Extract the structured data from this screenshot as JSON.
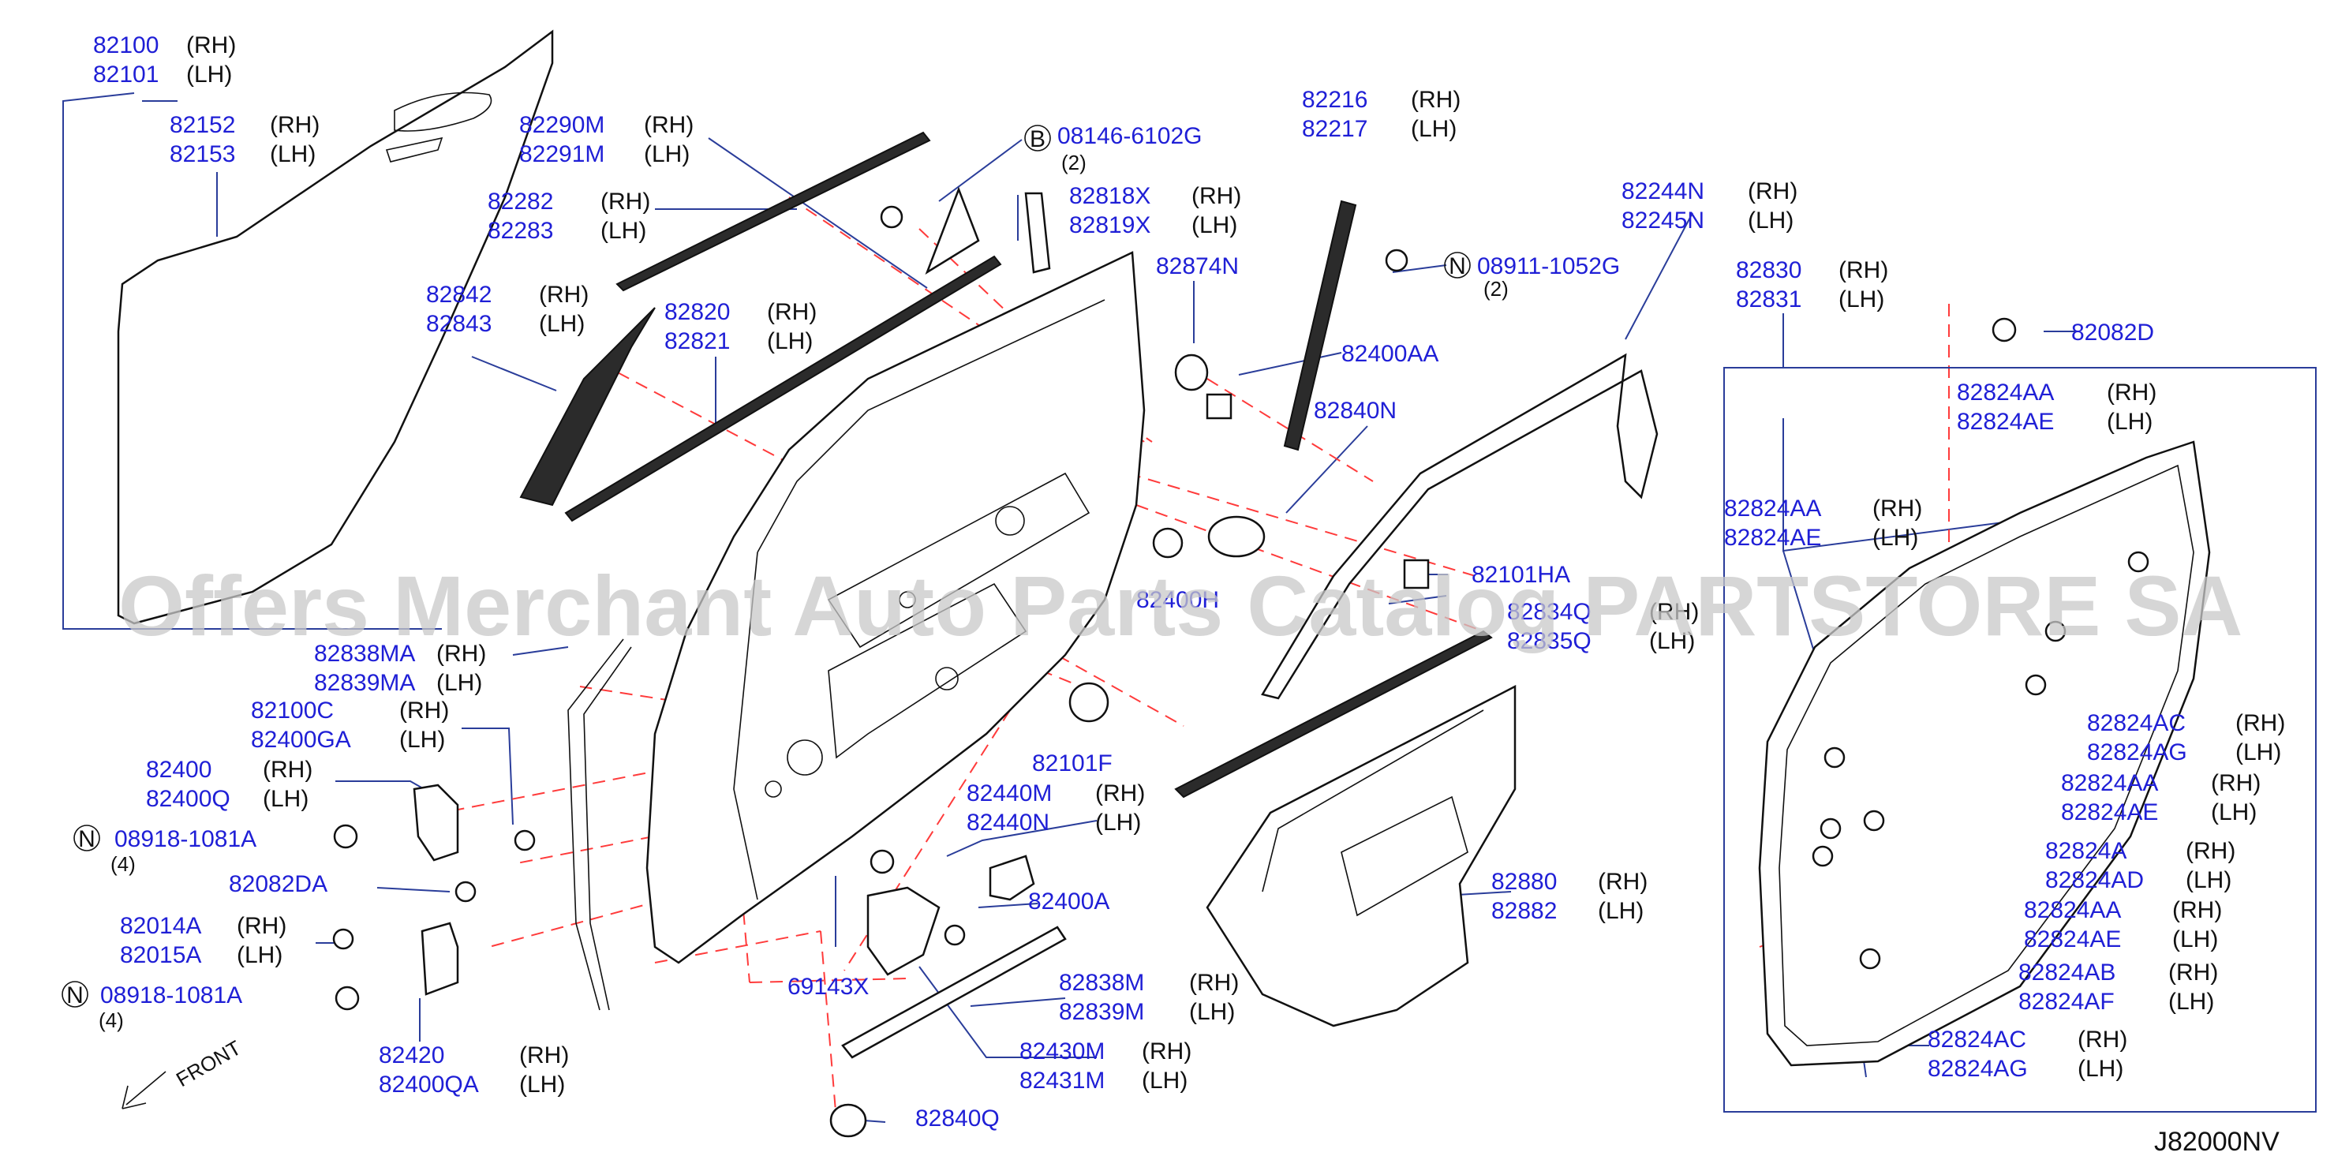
{
  "diagram": {
    "code": "J82000NV",
    "front_label": "FRONT",
    "watermark": "Offers Merchant Auto Parts Catalog PARTSTORE SA"
  },
  "labels": [
    {
      "id": "82100",
      "lines": [
        {
          "pn": "82100",
          "side": "(RH)"
        },
        {
          "pn": "82101",
          "side": "(LH)"
        }
      ]
    },
    {
      "id": "82152",
      "lines": [
        {
          "pn": "82152",
          "side": "(RH)"
        },
        {
          "pn": "82153",
          "side": "(LH)"
        }
      ]
    },
    {
      "id": "82290M",
      "lines": [
        {
          "pn": "82290M",
          "side": "(RH)"
        },
        {
          "pn": "82291M",
          "side": "(LH)"
        }
      ]
    },
    {
      "id": "82282",
      "lines": [
        {
          "pn": "82282",
          "side": "(RH)"
        },
        {
          "pn": "82283",
          "side": "(LH)"
        }
      ]
    },
    {
      "id": "82842",
      "lines": [
        {
          "pn": "82842",
          "side": "(RH)"
        },
        {
          "pn": "82843",
          "side": "(LH)"
        }
      ]
    },
    {
      "id": "82820",
      "lines": [
        {
          "pn": "82820",
          "side": "(RH)"
        },
        {
          "pn": "82821",
          "side": "(LH)"
        }
      ]
    },
    {
      "id": "08146",
      "lines": [
        {
          "pn": "08146-6102G",
          "side": ""
        }
      ]
    },
    {
      "id": "82818X",
      "lines": [
        {
          "pn": "82818X",
          "side": "(RH)"
        },
        {
          "pn": "82819X",
          "side": "(LH)"
        }
      ]
    },
    {
      "id": "82874N",
      "lines": [
        {
          "pn": "82874N",
          "side": ""
        }
      ]
    },
    {
      "id": "82216",
      "lines": [
        {
          "pn": "82216",
          "side": "(RH)"
        },
        {
          "pn": "82217",
          "side": "(LH)"
        }
      ]
    },
    {
      "id": "08911",
      "lines": [
        {
          "pn": "08911-1052G",
          "side": ""
        }
      ]
    },
    {
      "id": "82244N",
      "lines": [
        {
          "pn": "82244N",
          "side": "(RH)"
        },
        {
          "pn": "82245N",
          "side": "(LH)"
        }
      ]
    },
    {
      "id": "82830",
      "lines": [
        {
          "pn": "82830",
          "side": "(RH)"
        },
        {
          "pn": "82831",
          "side": "(LH)"
        }
      ]
    },
    {
      "id": "82082D",
      "lines": [
        {
          "pn": "82082D",
          "side": ""
        }
      ]
    },
    {
      "id": "82400AA",
      "lines": [
        {
          "pn": "82400AA",
          "side": ""
        }
      ]
    },
    {
      "id": "82840N",
      "lines": [
        {
          "pn": "82840N",
          "side": ""
        }
      ]
    },
    {
      "id": "82400H",
      "lines": [
        {
          "pn": "82400H",
          "side": ""
        }
      ]
    },
    {
      "id": "82101HA",
      "lines": [
        {
          "pn": "82101HA",
          "side": ""
        }
      ]
    },
    {
      "id": "82834Q",
      "lines": [
        {
          "pn": "82834Q",
          "side": "(RH)"
        },
        {
          "pn": "82835Q",
          "side": "(LH)"
        }
      ]
    },
    {
      "id": "82838MA",
      "lines": [
        {
          "pn": "82838MA",
          "side": "(RH)"
        },
        {
          "pn": "82839MA",
          "side": "(LH)"
        }
      ]
    },
    {
      "id": "82100C",
      "lines": [
        {
          "pn": "82100C",
          "side": "(RH)"
        },
        {
          "pn": "82400GA",
          "side": "(LH)"
        }
      ]
    },
    {
      "id": "82400",
      "lines": [
        {
          "pn": "82400",
          "side": "(RH)"
        },
        {
          "pn": "82400Q",
          "side": "(LH)"
        }
      ]
    },
    {
      "id": "08918a",
      "lines": [
        {
          "pn": "08918-1081A",
          "side": ""
        }
      ]
    },
    {
      "id": "82082DA",
      "lines": [
        {
          "pn": "82082DA",
          "side": ""
        }
      ]
    },
    {
      "id": "82014A",
      "lines": [
        {
          "pn": "82014A",
          "side": "(RH)"
        },
        {
          "pn": "82015A",
          "side": "(LH)"
        }
      ]
    },
    {
      "id": "08918b",
      "lines": [
        {
          "pn": "08918-1081A",
          "side": ""
        }
      ]
    },
    {
      "id": "82420",
      "lines": [
        {
          "pn": "82420",
          "side": "(RH)"
        },
        {
          "pn": "82400QA",
          "side": "(LH)"
        }
      ]
    },
    {
      "id": "82101F",
      "lines": [
        {
          "pn": "82101F",
          "side": ""
        }
      ]
    },
    {
      "id": "82440M",
      "lines": [
        {
          "pn": "82440M",
          "side": "(RH)"
        },
        {
          "pn": "82440N",
          "side": "(LH)"
        }
      ]
    },
    {
      "id": "82400A",
      "lines": [
        {
          "pn": "82400A",
          "side": ""
        }
      ]
    },
    {
      "id": "69143X",
      "lines": [
        {
          "pn": "69143X",
          "side": ""
        }
      ]
    },
    {
      "id": "82838M",
      "lines": [
        {
          "pn": "82838M",
          "side": "(RH)"
        },
        {
          "pn": "82839M",
          "side": "(LH)"
        }
      ]
    },
    {
      "id": "82430M",
      "lines": [
        {
          "pn": "82430M",
          "side": "(RH)"
        },
        {
          "pn": "82431M",
          "side": "(LH)"
        }
      ]
    },
    {
      "id": "82840Q",
      "lines": [
        {
          "pn": "82840Q",
          "side": ""
        }
      ]
    },
    {
      "id": "82880",
      "lines": [
        {
          "pn": "82880",
          "side": "(RH)"
        },
        {
          "pn": "82882",
          "side": "(LH)"
        }
      ]
    },
    {
      "id": "82824AA_a",
      "lines": [
        {
          "pn": "82824AA",
          "side": "(RH)"
        },
        {
          "pn": "82824AE",
          "side": "(LH)"
        }
      ]
    },
    {
      "id": "82824AA_b",
      "lines": [
        {
          "pn": "82824AA",
          "side": "(RH)"
        },
        {
          "pn": "82824AE",
          "side": "(LH)"
        }
      ]
    },
    {
      "id": "82824AC_a",
      "lines": [
        {
          "pn": "82824AC",
          "side": "(RH)"
        },
        {
          "pn": "82824AG",
          "side": "(LH)"
        }
      ]
    },
    {
      "id": "82824AA_c",
      "lines": [
        {
          "pn": "82824AA",
          "side": "(RH)"
        },
        {
          "pn": "82824AE",
          "side": "(LH)"
        }
      ]
    },
    {
      "id": "82824A",
      "lines": [
        {
          "pn": "82824A",
          "side": "(RH)"
        },
        {
          "pn": "82824AD",
          "side": "(LH)"
        }
      ]
    },
    {
      "id": "82824AA_d",
      "lines": [
        {
          "pn": "82824AA",
          "side": "(RH)"
        },
        {
          "pn": "82824AE",
          "side": "(LH)"
        }
      ]
    },
    {
      "id": "82824AB",
      "lines": [
        {
          "pn": "82824AB",
          "side": "(RH)"
        },
        {
          "pn": "82824AF",
          "side": "(LH)"
        }
      ]
    },
    {
      "id": "82824AC_b",
      "lines": [
        {
          "pn": "82824AC",
          "side": "(RH)"
        },
        {
          "pn": "82824AG",
          "side": "(LH)"
        }
      ]
    }
  ],
  "callouts": [
    {
      "id": "B1",
      "letter": "B",
      "qty": "(2)"
    },
    {
      "id": "N1",
      "letter": "N",
      "qty": "(2)"
    },
    {
      "id": "N2",
      "letter": "N",
      "qty": "(4)"
    },
    {
      "id": "N3",
      "letter": "N",
      "qty": "(4)"
    }
  ]
}
